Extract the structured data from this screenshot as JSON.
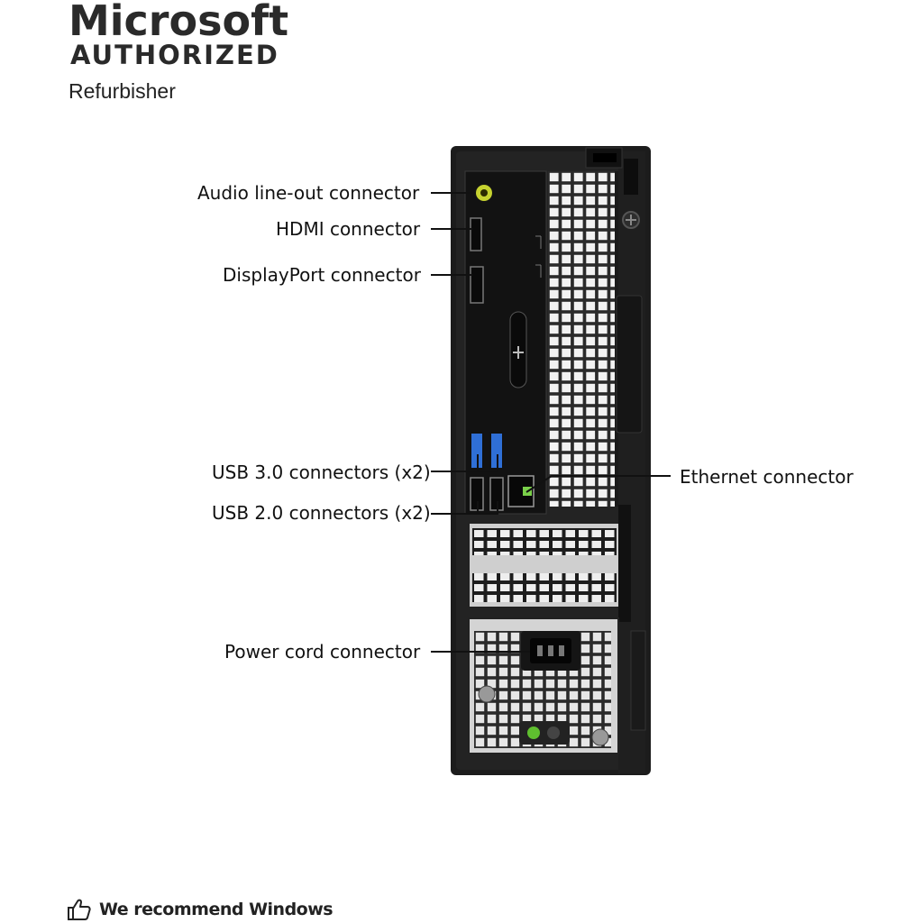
{
  "badge": {
    "brand": "Microsoft",
    "authorized": "AUTHORIZED",
    "refurbisher": "Refurbisher"
  },
  "callouts": {
    "audio": "Audio line-out connector",
    "hdmi": "HDMI connector",
    "displayport": "DisplayPort connector",
    "usb3": "USB 3.0 connectors (x2)",
    "usb2": "USB 2.0 connectors (x2)",
    "ethernet": "Ethernet connector",
    "power": "Power cord connector"
  },
  "footer": {
    "icon": "thumbs-up-icon",
    "text": "We recommend Windows"
  },
  "colors": {
    "chassis": "#1c1c1c",
    "usb3_blue": "#2f6fd6",
    "audio_green": "#a8b820",
    "led_green": "#5fbf2f"
  }
}
